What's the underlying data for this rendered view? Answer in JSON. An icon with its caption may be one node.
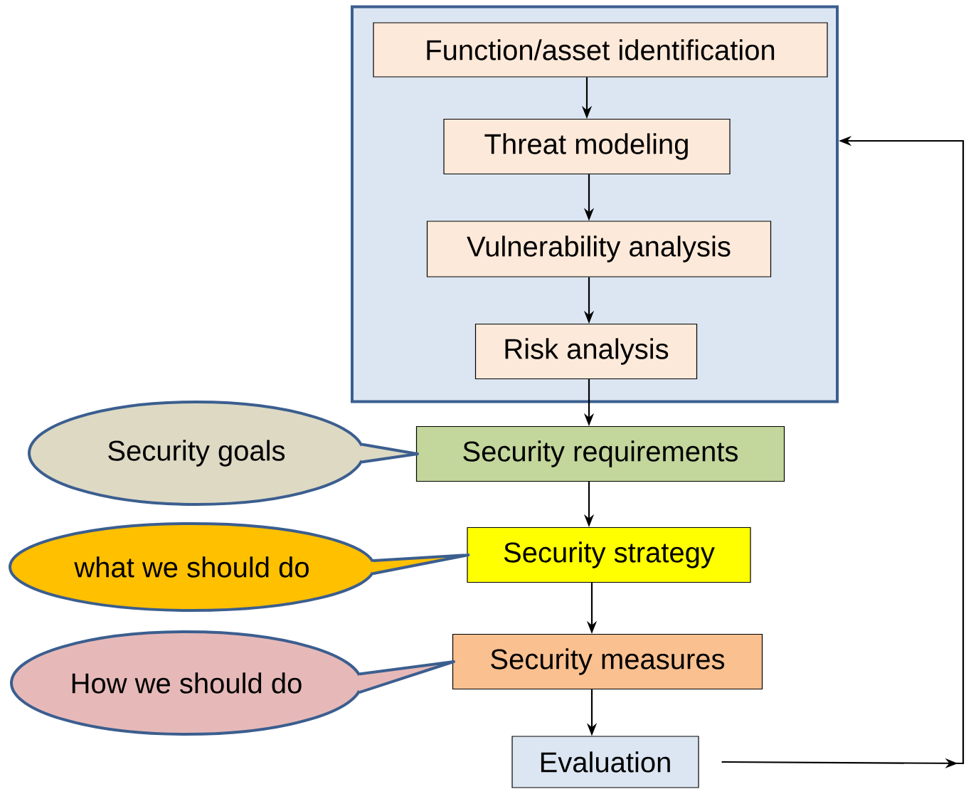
{
  "diagram": {
    "nodes": [
      {
        "text": [],
        "shape": "box"
      },
      {
        "text": [
          "Function/asset identification"
        ],
        "in": 0
      },
      {
        "text": [
          "Threat modeling"
        ],
        "in": 0
      },
      {
        "text": [
          "Vulnerability analysis"
        ],
        "in": 0
      },
      {
        "text": [
          "Risk analysis"
        ],
        "in": 0
      },
      {
        "text": [
          "Security goals"
        ]
      },
      {
        "text": [
          "Security requirements"
        ]
      },
      {
        "text": [
          "what we should do"
        ]
      },
      {
        "text": [
          "Security strategy"
        ]
      },
      {
        "text": [
          "How we should do"
        ]
      },
      {
        "text": [
          "Security measures"
        ]
      },
      {
        "text": [
          "Evaluation"
        ]
      }
    ],
    "edges": [
      {
        "from": 1,
        "to": 2,
        "arrow": "to"
      },
      {
        "from": 2,
        "to": 3,
        "arrow": "to"
      },
      {
        "from": 3,
        "to": 4,
        "arrow": "to"
      },
      {
        "from": 4,
        "to": 6,
        "arrow": "to"
      },
      {
        "from": 6,
        "to": 8,
        "arrow": "to"
      },
      {
        "from": 8,
        "to": 10,
        "arrow": "to"
      },
      {
        "from": 10,
        "to": 11,
        "arrow": "to"
      },
      {
        "from": 11,
        "to": 0,
        "arrow": "to"
      },
      {
        "from": 5,
        "to": 6,
        "arrow": "none",
        "color": "#3b5e8f"
      },
      {
        "from": 7,
        "to": 8,
        "arrow": "none",
        "color": "#3b5e8f"
      },
      {
        "from": 9,
        "to": 10,
        "arrow": "none",
        "color": "#3b5e8f"
      }
    ]
  }
}
